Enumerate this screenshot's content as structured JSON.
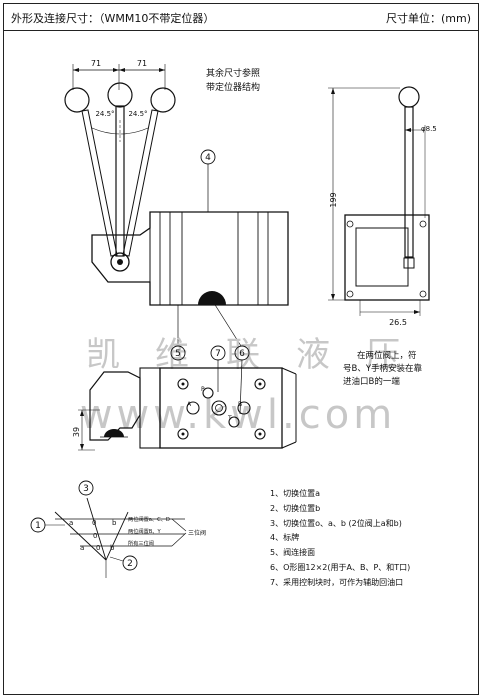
{
  "header": {
    "title": "外形及连接尺寸：（WMM10不带定位器）",
    "unit_label": "尺寸单位：(mm)"
  },
  "notes": {
    "other_dims_line1": "其余尺寸参照",
    "other_dims_line2": "带定位器结构",
    "two_position_line1": "在两位阀上，符",
    "two_position_line2": "号B、Y手柄安装在靠",
    "two_position_line3": "进油口B的一端"
  },
  "dimensions": {
    "left_spacing": "71",
    "right_spacing": "71",
    "angle_left": "24.5°",
    "angle_right": "24.5°",
    "knob_diameter": "φ8.5",
    "handle_height": "199",
    "side_offset": "26.5",
    "base_height": "39"
  },
  "callouts": {
    "c1": "1",
    "c2": "2",
    "c3": "3",
    "c4": "4",
    "c5": "5",
    "c6": "6",
    "c7": "7"
  },
  "ports": {
    "p": "P",
    "a": "A",
    "b": "B",
    "t": "T"
  },
  "watermark": {
    "chars": [
      "凯",
      "维",
      "联",
      "液",
      "压"
    ],
    "url": "www.kwl.com"
  },
  "switch_diagram": {
    "pos_a": "a",
    "pos_0": "0",
    "pos_b": "b",
    "row1": "两位阀置a、C、D",
    "row2": "两位阀置B、Y",
    "row3": "所有三位阀",
    "side_label": "三位阀"
  },
  "legend": [
    "1、切换位置a",
    "2、切换位置b",
    "3、切换位置o、a、b (2位阀上a和b)",
    "4、标牌",
    "5、阀连接面",
    "6、O形圈12×2(用于A、B、P、和T口)",
    "7、采用控制块时，可作为辅助回油口"
  ]
}
